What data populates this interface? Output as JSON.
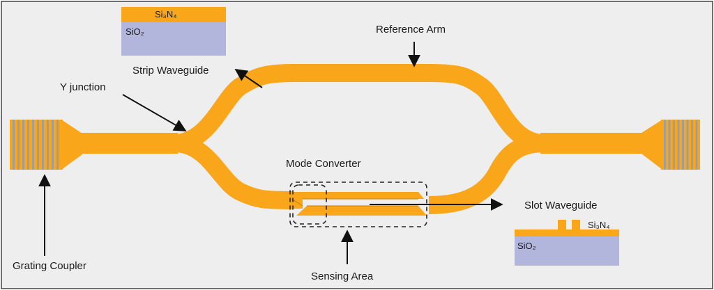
{
  "labels": {
    "reference_arm": "Reference Arm",
    "strip_waveguide": "Strip Waveguide",
    "y_junction": "Y junction",
    "mode_converter": "Mode Converter",
    "slot_waveguide": "Slot Waveguide",
    "grating_coupler": "Grating Coupler",
    "sensing_area": "Sensing Area"
  },
  "strip_cross_section": {
    "core": "Si₃N₄",
    "substrate": "SiO₂"
  },
  "slot_cross_section": {
    "core": "Si₃N₄",
    "substrate": "SiO₂"
  },
  "colors": {
    "background": "#eeeeee",
    "waveguide": "#f9a61b",
    "waveguide_edge": "#c57d08",
    "substrate": "#b2b5dc",
    "grating_stripe": "#9e9e9e"
  }
}
